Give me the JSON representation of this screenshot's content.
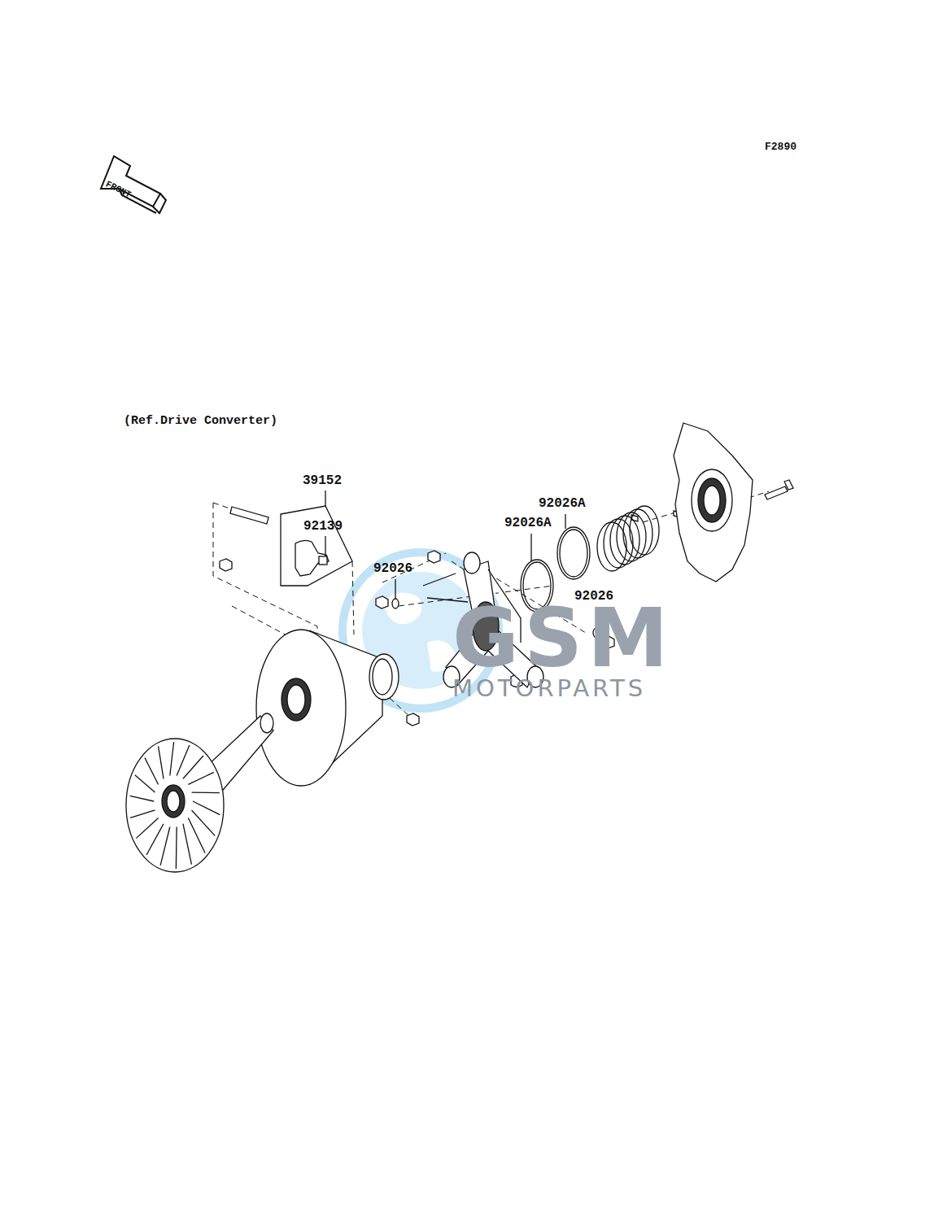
{
  "diagram": {
    "labels": [
      "F2890",
      "FRONT",
      "(Ref.Drive Converter)",
      "39152",
      "92139",
      "92026",
      "92026A",
      "92026A",
      "92026",
      "GSM",
      "MOTORPARTS"
    ]
  }
}
